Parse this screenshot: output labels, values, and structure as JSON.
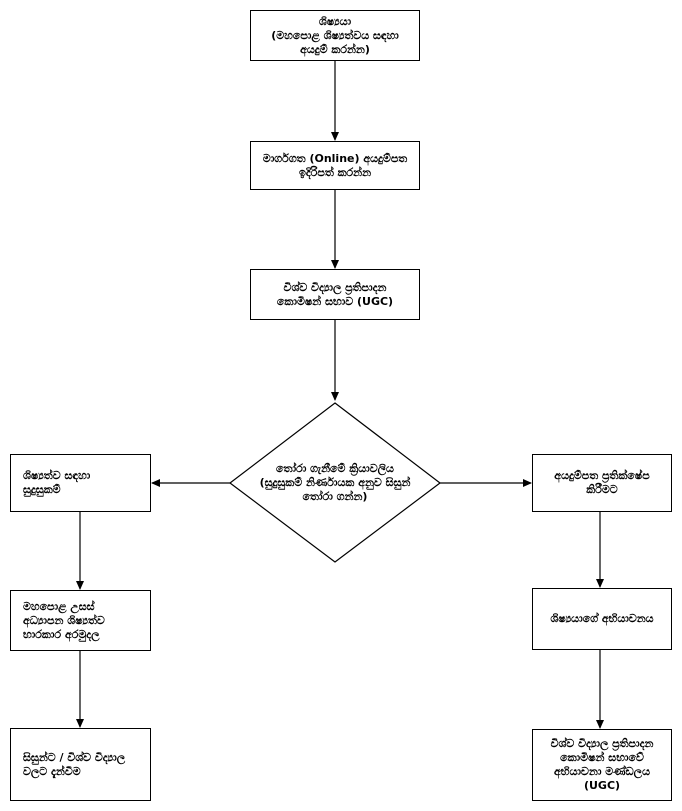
{
  "nodes": {
    "student": "ශිෂ්‍යයා\n(මහපොළ ශිෂ්‍යත්වය සඳහා\nඅයදුම් කරන්න)",
    "online_apply": "මාර්ගගත (Online) අයදුම්පත\nඉදිරිපත් කරන්න",
    "ugc": "විශ්ව විද්‍යාල ප්‍රතිපාදන\nකොමිෂන් සභාව (UGC)",
    "selection": "තෝරා ගැනීමේ ක්‍රියාවලිය\n(සුදුසුකම් නිර්ණායක අනුව සිසුන්\nතෝරා ගන්න)",
    "eligible": "ශිෂ්‍යත්ව සඳහා\nසුදුසුකම්",
    "trust_fund": "මහපොළ උසස්\nඅධ්‍යාපන ශිෂ්‍යත්ව\nභාරකාර අරමුදල",
    "notify": "සිසුන්ට / විශ්ව විද්‍යාල\nවලට දැන්වීම",
    "rejected": "අයදුම්පත ප්‍රතික්ෂේප\nකිරීමට",
    "appeal": "ශිෂ්‍යයාගේ අභියාචනය",
    "appeal_board": "විශ්ව විද්‍යාල ප්‍රතිපාදන\nකොමිෂන් සභාවේ\nඅභියාචනා මණ්ඩලය\n(UGC)"
  },
  "colors": {
    "stroke": "#000000",
    "fill": "#ffffff"
  }
}
